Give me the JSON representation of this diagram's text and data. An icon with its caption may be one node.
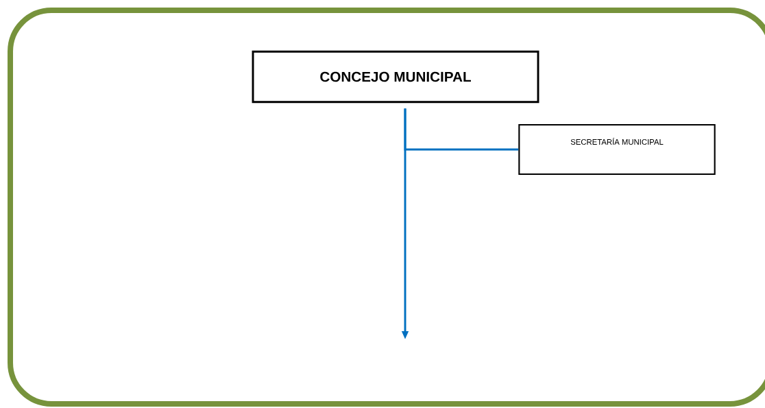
{
  "diagram": {
    "nodes": [
      {
        "text": [
          "CONCEJO MUNICIPAL"
        ]
      },
      {
        "text": [
          "SECRETARÍA MUNICIPAL"
        ]
      }
    ],
    "edges": [
      {
        "from": 0,
        "to": null,
        "arrow": "to"
      },
      {
        "from": 0,
        "to": 1,
        "arrow": "none"
      }
    ]
  }
}
